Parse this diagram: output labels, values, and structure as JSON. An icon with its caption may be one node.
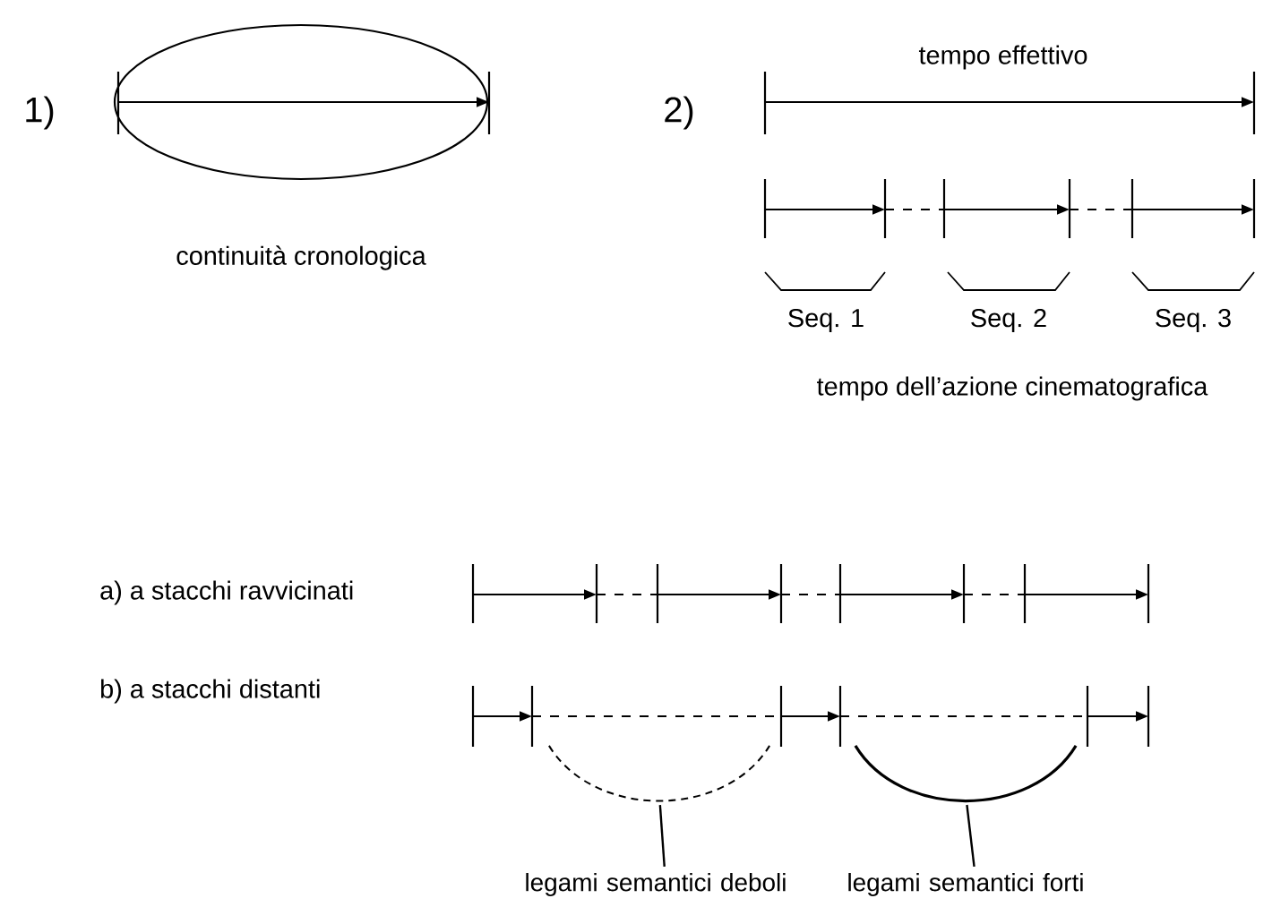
{
  "diagram": {
    "nodes": [
      {
        "text": [],
        "shape": "arc"
      },
      {
        "text": [],
        "shape": "arc"
      },
      {
        "text": [
          "legami semantici deboli"
        ]
      },
      {
        "text": [
          "legami semantici forti"
        ]
      }
    ],
    "edges": [
      {
        "from": 2,
        "to": 0,
        "arrow": "none"
      },
      {
        "from": 3,
        "to": 1,
        "arrow": "none"
      }
    ],
    "labels": [
      "1)",
      "continuità cronologica",
      "2)",
      "tempo effettivo",
      "Seq. 1",
      "Seq. 2",
      "Seq. 3",
      "tempo dell’azione cinematografica",
      "a) a stacchi ravvicinati",
      "b) a stacchi distanti"
    ]
  }
}
